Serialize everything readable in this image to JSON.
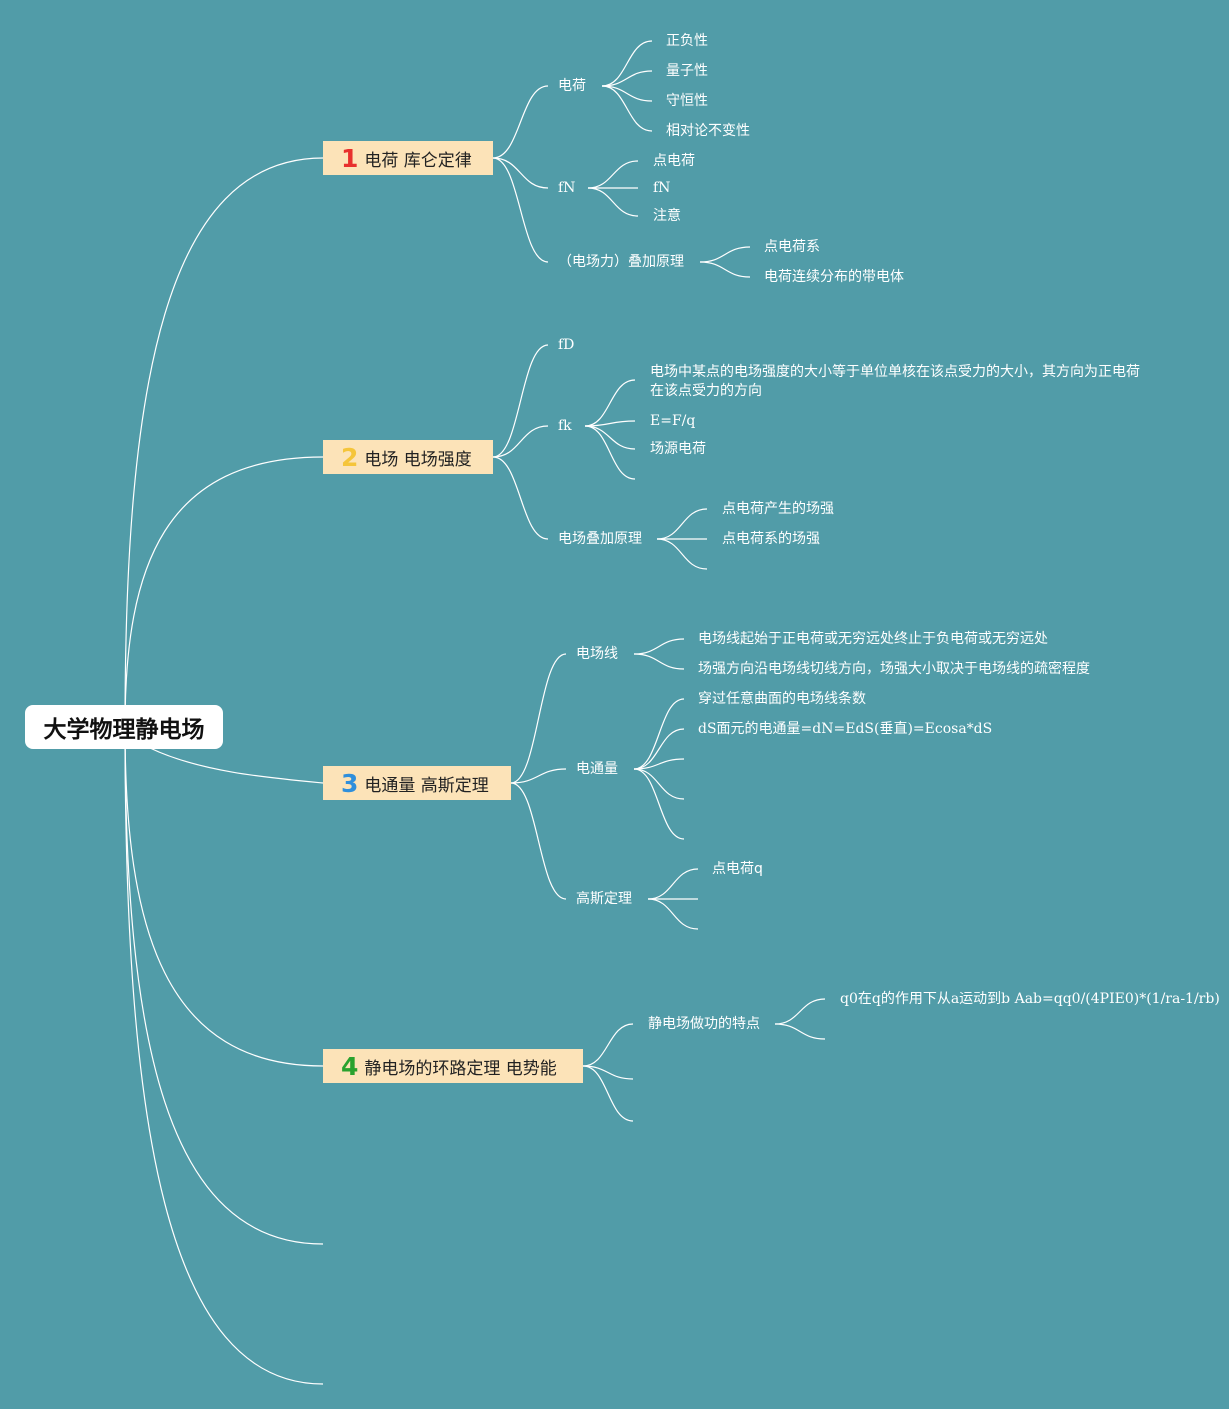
{
  "root": {
    "title": "大学物理静电场"
  },
  "branches": [
    {
      "number": "1",
      "text": "电荷 库仑定律",
      "color": "#e8302d"
    },
    {
      "number": "2",
      "text": "电场 电场强度",
      "color": "#f5c53a"
    },
    {
      "number": "3",
      "text": "电通量 高斯定理",
      "color": "#2f8fdc"
    },
    {
      "number": "4",
      "text": "静电场的环路定理 电势能",
      "color": "#2aa22e"
    }
  ],
  "b1": {
    "charge": {
      "label": "电荷",
      "items": [
        "正负性",
        "量子性",
        "守恒性",
        "相对论不变性"
      ]
    },
    "fN": {
      "label": "fN",
      "items": [
        "点电荷",
        "fN",
        "注意"
      ]
    },
    "superposition": {
      "label": "（电场力）叠加原理",
      "items": [
        "点电荷系",
        "电荷连续分布的带电体"
      ]
    }
  },
  "b2": {
    "fD": {
      "label": "fD"
    },
    "fk": {
      "label": "fk",
      "items": [
        "电场中某点的电场强度的大小等于单位单核在该点受力的大小，其方向为正电荷在该点受力的方向",
        "E=F/q",
        "场源电荷"
      ]
    },
    "superposition": {
      "label": "电场叠加原理",
      "items": [
        "点电荷产生的场强",
        "点电荷系的场强"
      ]
    }
  },
  "b3": {
    "lines": {
      "label": "电场线",
      "items": [
        "电场线起始于正电荷或无穷远处终止于负电荷或无穷远处",
        "场强方向沿电场线切线方向，场强大小取决于电场线的疏密程度"
      ]
    },
    "flux": {
      "label": "电通量",
      "items": [
        "穿过任意曲面的电场线条数",
        "dS面元的电通量=dN=EdS(垂直)=Ecosa*dS"
      ]
    },
    "gauss": {
      "label": "高斯定理",
      "items": [
        "点电荷q"
      ]
    }
  },
  "b4": {
    "work": {
      "label": "静电场做功的特点",
      "items": [
        "q0在q的作用下从a运动到b Aab=qq0/(4PIE0)*(1/ra-1/rb)"
      ]
    }
  },
  "colors": {
    "background": "#519ca8",
    "branch_fill": "#fce3b8",
    "line": "#ffffff"
  }
}
